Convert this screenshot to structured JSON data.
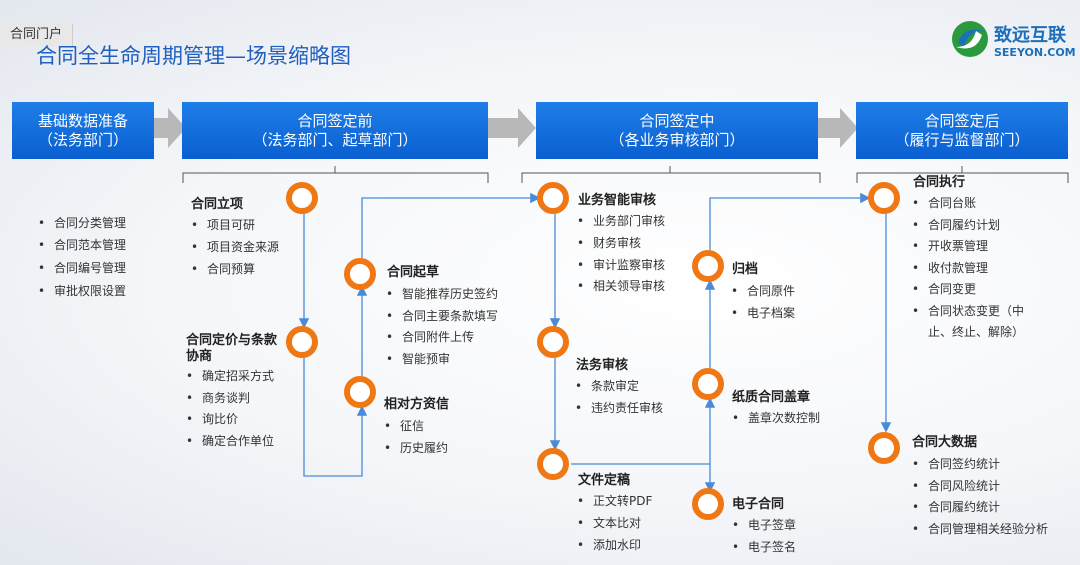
{
  "tab": "合同门户",
  "title": "合同全生命周期管理—场景缩略图",
  "logo": {
    "cn": "致远互联",
    "en": "SEEYON.COM"
  },
  "colors": {
    "stage_blue": "#0a5fd0",
    "circle_orange": "#f07814",
    "line_blue": "#4a8ad8",
    "arrow_gray": "#b8b8b8"
  },
  "stages": [
    {
      "line1": "基础数据准备",
      "line2": "（法务部门）"
    },
    {
      "line1": "合同签定前",
      "line2": "（法务部门、起草部门）"
    },
    {
      "line1": "合同签定中",
      "line2": "（各业务审核部门）"
    },
    {
      "line1": "合同签定后",
      "line2": "（履行与监督部门）"
    }
  ],
  "basic_items": [
    "合同分类管理",
    "合同范本管理",
    "合同编号管理",
    "审批权限设置"
  ],
  "nodes": {
    "lixiang": {
      "title": "合同立项",
      "items": [
        "项目可研",
        "项目资金来源",
        "合同预算"
      ]
    },
    "dingjia": {
      "title": "合同定价与条款协商",
      "items": [
        "确定招采方式",
        "商务谈判",
        "询比价",
        "确定合作单位"
      ]
    },
    "qicao": {
      "title": "合同起草",
      "items": [
        "智能推荐历史签约",
        "合同主要条款填写",
        "合同附件上传",
        "智能预审"
      ]
    },
    "zixin": {
      "title": "相对方资信",
      "items": [
        "征信",
        "历史履约"
      ]
    },
    "zhineng": {
      "title": "业务智能审核",
      "items": [
        "业务部门审核",
        "财务审核",
        "审计监察审核",
        "相关领导审核"
      ]
    },
    "fawu": {
      "title": "法务审核",
      "items": [
        "条款审定",
        "违约责任审核"
      ]
    },
    "dinggao": {
      "title": "文件定稿",
      "items": [
        "正文转PDF",
        "文本比对",
        "添加水印"
      ]
    },
    "guidang": {
      "title": "归档",
      "items": [
        "合同原件",
        "电子档案"
      ]
    },
    "gaizhang": {
      "title": "纸质合同盖章",
      "items": [
        "盖章次数控制"
      ]
    },
    "dianzi": {
      "title": "电子合同",
      "items": [
        "电子签章",
        "电子签名"
      ]
    },
    "zhixing": {
      "title": "合同执行",
      "items": [
        "合同台账",
        "合同履约计划",
        "开收票管理",
        "收付款管理",
        "合同变更",
        "合同状态变更（中",
        "止、终止、解除）"
      ]
    },
    "dashuju": {
      "title": "合同大数据",
      "items": [
        "合同签约统计",
        "合同风险统计",
        "合同履约统计",
        "合同管理相关经验分析"
      ]
    }
  }
}
